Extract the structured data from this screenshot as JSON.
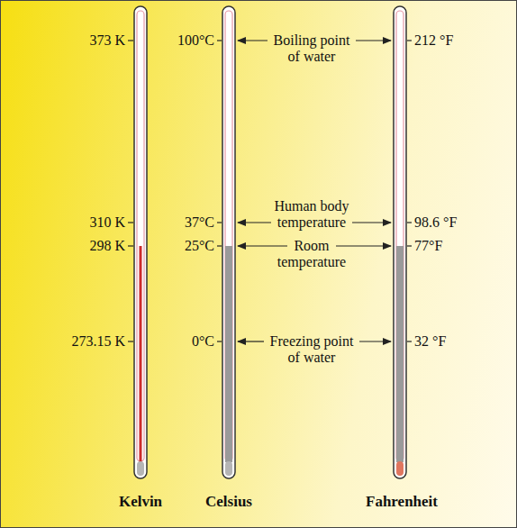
{
  "diagram": {
    "labels": [
      "373 K",
      "100°C",
      "Boiling point of water",
      "212 °F",
      "Human body temperature",
      "310 K",
      "37°C",
      "98.6 °F",
      "298 K",
      "25°C",
      "Room temperature",
      "77°F",
      "273.15 K",
      "0°C",
      "Freezing point of water",
      "32 °F",
      "Kelvin",
      "Celsius",
      "Fahrenheit"
    ]
  }
}
